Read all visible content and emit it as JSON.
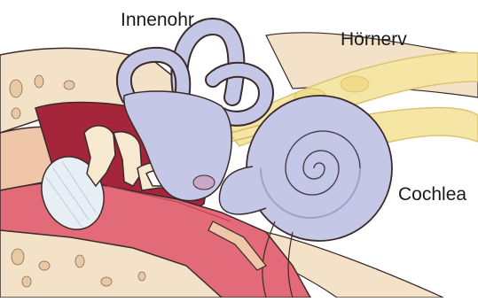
{
  "diagram": {
    "labels": {
      "inner_ear": "Innenohr",
      "auditory_nerve": "Hörnerv",
      "cochlea": "Cochlea"
    },
    "colors": {
      "bone": "#f3e2c8",
      "bone_spots": "#e7c9a6",
      "skin": "#f0c6a9",
      "canal_tissue": "#e36a78",
      "deep_tissue": "#a5253a",
      "inner_ear": "#c4c7e6",
      "inner_ear_shadow": "#9ea1cc",
      "nerve": "#f6e6a6",
      "nerve_outline": "#d9c472",
      "ossicles": "#f7e9d0",
      "eardrum": "#e8eef5",
      "outline": "#3a2a2a"
    }
  }
}
